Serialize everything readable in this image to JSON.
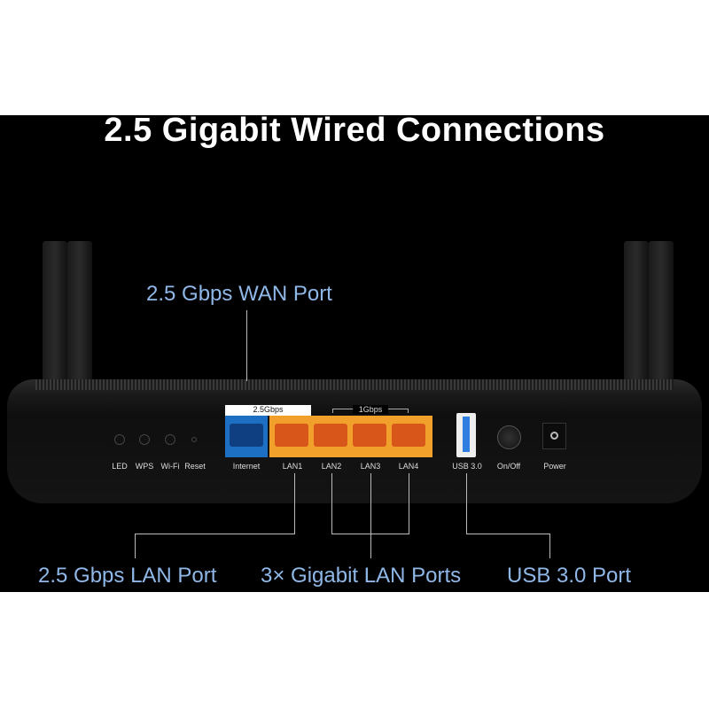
{
  "title": "2.5 Gigabit Wired Connections",
  "callouts": {
    "wan": "2.5 Gbps WAN Port",
    "lan25": "2.5 Gbps LAN Port",
    "gigabit": "3× Gigabit LAN Ports",
    "usb": "USB 3.0 Port"
  },
  "router": {
    "wan_speed": "2.5Gbps",
    "lan_speed": "1Gbps",
    "labels": [
      "LED",
      "WPS",
      "Wi-Fi",
      "Reset",
      "Internet",
      "LAN1",
      "LAN2",
      "LAN3",
      "LAN4",
      "USB 3.0",
      "On/Off",
      "Power"
    ]
  },
  "colors": {
    "callout": "#8fb8e8",
    "wan_port": "#1d6fc4",
    "lan_port": "#f2a02c"
  }
}
